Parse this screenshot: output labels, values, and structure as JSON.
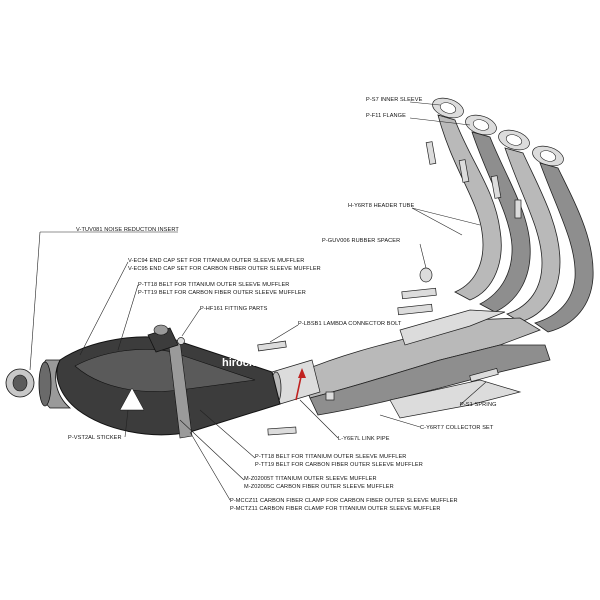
{
  "labels": {
    "inner_sleeve": "P-S7  INNER SLEEVE",
    "flange": "P-F11  FLANGE",
    "header_tube": "H-Y6RT8 HEADER TUBE",
    "rubber_spacer": "P-GUV006 RUBBER SPACER",
    "noise_insert": "V-TUV081  NOISE REDUCTON INSERT",
    "end_cap_ti": "V-EC94  END CAP SET FOR TITANIUM OUTER SLEEVE MUFFLER",
    "end_cap_cf": "V-EC95  END CAP SET FOR CARBON FIBER OUTER SLEEVE MUFFLER",
    "belt_ti_top": "P-TT18  BELT FOR TITANIUM OUTER SLEEVE MUFFLER",
    "belt_cf_top": "P-TT19  BELT FOR CARBON FIBER OUTER SLEEVE MUFFLER",
    "fitting_parts": "P-HF161  FITTING PARTS",
    "lambda_bolt": "P-LBSB1  LAMBDA CONNECTOR BOLT",
    "sticker": "P-VST2AL  STICKER",
    "spring": "P-S1  SPRING",
    "collector": "C-Y6RT7  COLLECTOR SET",
    "link_pipe": "L-Y6E7L  LINK PIPE",
    "belt_ti_bot": "P-TT18  BELT FOR TITANIUM OUTER SLEEVE MUFFLER",
    "belt_cf_bot": "P-TT19  BELT FOR CARBON FIBER OUTER SLEEVE MUFFLER",
    "muffler_ti": "M-Z02005T  TITANIUM OUTER SLEEVE MUFFLER",
    "muffler_cf": "M-Z02005C  CARBON FIBER OUTER SLEEVE MUFFLER",
    "clamp_cf": "P-MCCZ11  CARBON FIBER CLAMP FOR CARBON FIBER OUTER SLEEVE MUFFLER",
    "clamp_ti": "P-MCTZ11  CARBON FIBER CLAMP FOR TITANIUM OUTER SLEEVE MUFFLER"
  },
  "watermark": "hirochi",
  "colors": {
    "metal_light": "#dcdcdc",
    "metal_mid": "#b9b9b9",
    "metal_dark": "#8e8e8e",
    "carbon": "#3c3c3c",
    "arrow": "#c0211f"
  }
}
